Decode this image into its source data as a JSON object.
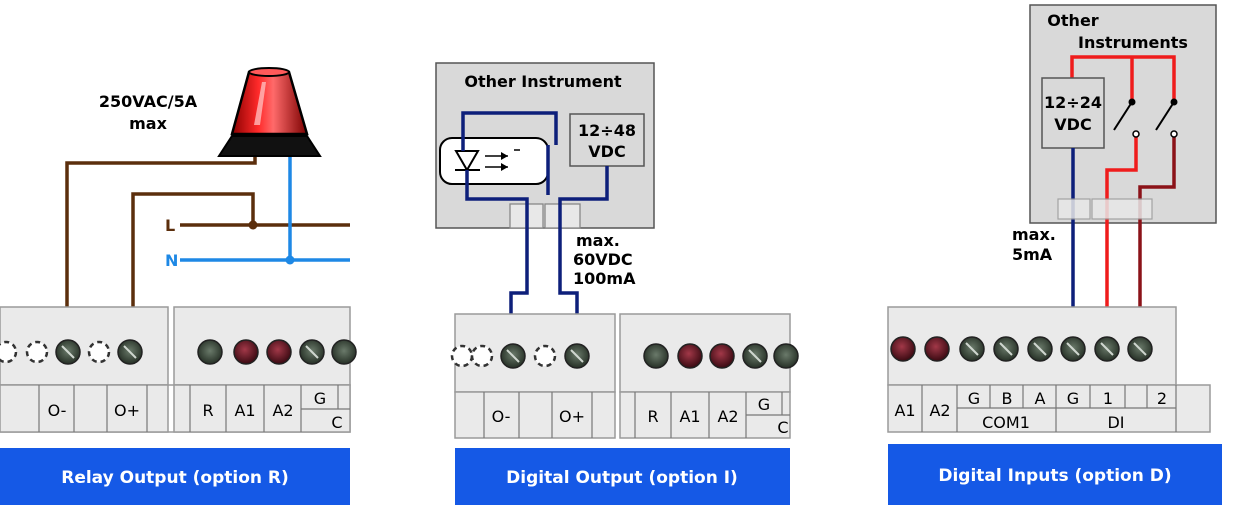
{
  "colors": {
    "brown": "#5b2e0c",
    "blue": "#1e88e5",
    "navy": "#0d1f7a",
    "red": "#ef1c1c",
    "darkred": "#8b1218",
    "caption_bg": "#1559e6",
    "box_fill": "#d9d9d9",
    "terminal_fill": "#eaeaea"
  },
  "relay": {
    "rating_line1": "250VAC/5A",
    "rating_line2": "max",
    "line_L": "L",
    "line_N": "N",
    "labels": [
      "O-",
      "O+",
      "R",
      "A1",
      "A2",
      "G",
      "C"
    ],
    "caption": "Relay Output (option R)"
  },
  "digital_output": {
    "instrument_label": "Other Instrument",
    "supply_line1": "12÷48",
    "supply_line2": "VDC",
    "limit_line1": "max.",
    "limit_line2": "60VDC",
    "limit_line3": "100mA",
    "labels": [
      "O-",
      "O+",
      "R",
      "A1",
      "A2",
      "G",
      "C"
    ],
    "caption": "Digital Output (option I)"
  },
  "digital_inputs": {
    "instrument_line1": "Other",
    "instrument_line2": "Instruments",
    "supply_line1": "12÷24",
    "supply_line2": "VDC",
    "limit_line1": "max.",
    "limit_line2": "5mA",
    "labels": [
      "A1",
      "A2",
      "G",
      "B",
      "A",
      "G",
      "1",
      "2"
    ],
    "group_com1": "COM1",
    "group_di": "DI",
    "caption": "Digital Inputs (option D)"
  }
}
